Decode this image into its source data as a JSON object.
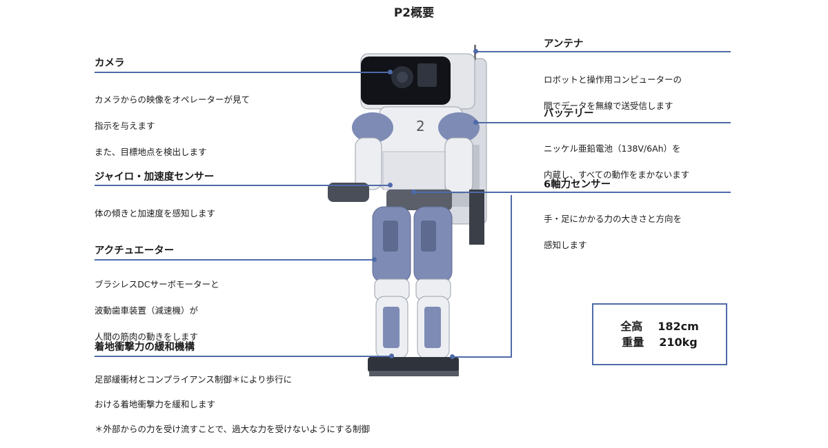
{
  "title": "P2概要",
  "callouts": {
    "camera": {
      "label": "カメラ",
      "lines": [
        "カメラからの映像をオペレーターが見て",
        "指示を与えます",
        "また、目標地点を検出します"
      ]
    },
    "gyro": {
      "label": "ジャイロ・加速度センサー",
      "lines": [
        "体の傾きと加速度を感知します"
      ]
    },
    "actuator": {
      "label": "アクチュエーター",
      "lines": [
        "ブラシレスDCサーボモーターと",
        "波動歯車装置（減速機）が",
        "人間の筋肉の動きをします"
      ]
    },
    "impact": {
      "label": "着地衝撃力の緩和機構",
      "lines": [
        "足部緩衝材とコンプライアンス制御＊により歩行に",
        "おける着地衝撃力を緩和します",
        "＊外部からの力を受け流すことで、過大な力を受けないようにする制御"
      ]
    },
    "antenna": {
      "label": "アンテナ",
      "lines": [
        "ロボットと操作用コンピューターの",
        "間でデータを無線で送受信します"
      ]
    },
    "battery": {
      "label": "バッテリー",
      "lines": [
        "ニッケル亜鉛電池（138V/6Ah）を",
        "内蔵し、すべての動作をまかないます"
      ]
    },
    "sixaxis": {
      "label": "6軸力センサー",
      "lines": [
        "手・足にかかる力の大きさと方向を",
        "感知します"
      ]
    }
  },
  "specs": {
    "height_label": "全高",
    "height_value": "182cm",
    "weight_label": "重量",
    "weight_value": "210kg"
  },
  "robot_chest_number": "2",
  "colors": {
    "accent": "#4e6aa8",
    "robot_blue": "#7e8bb5",
    "robot_white": "#eceef2",
    "visor": "#111318"
  }
}
